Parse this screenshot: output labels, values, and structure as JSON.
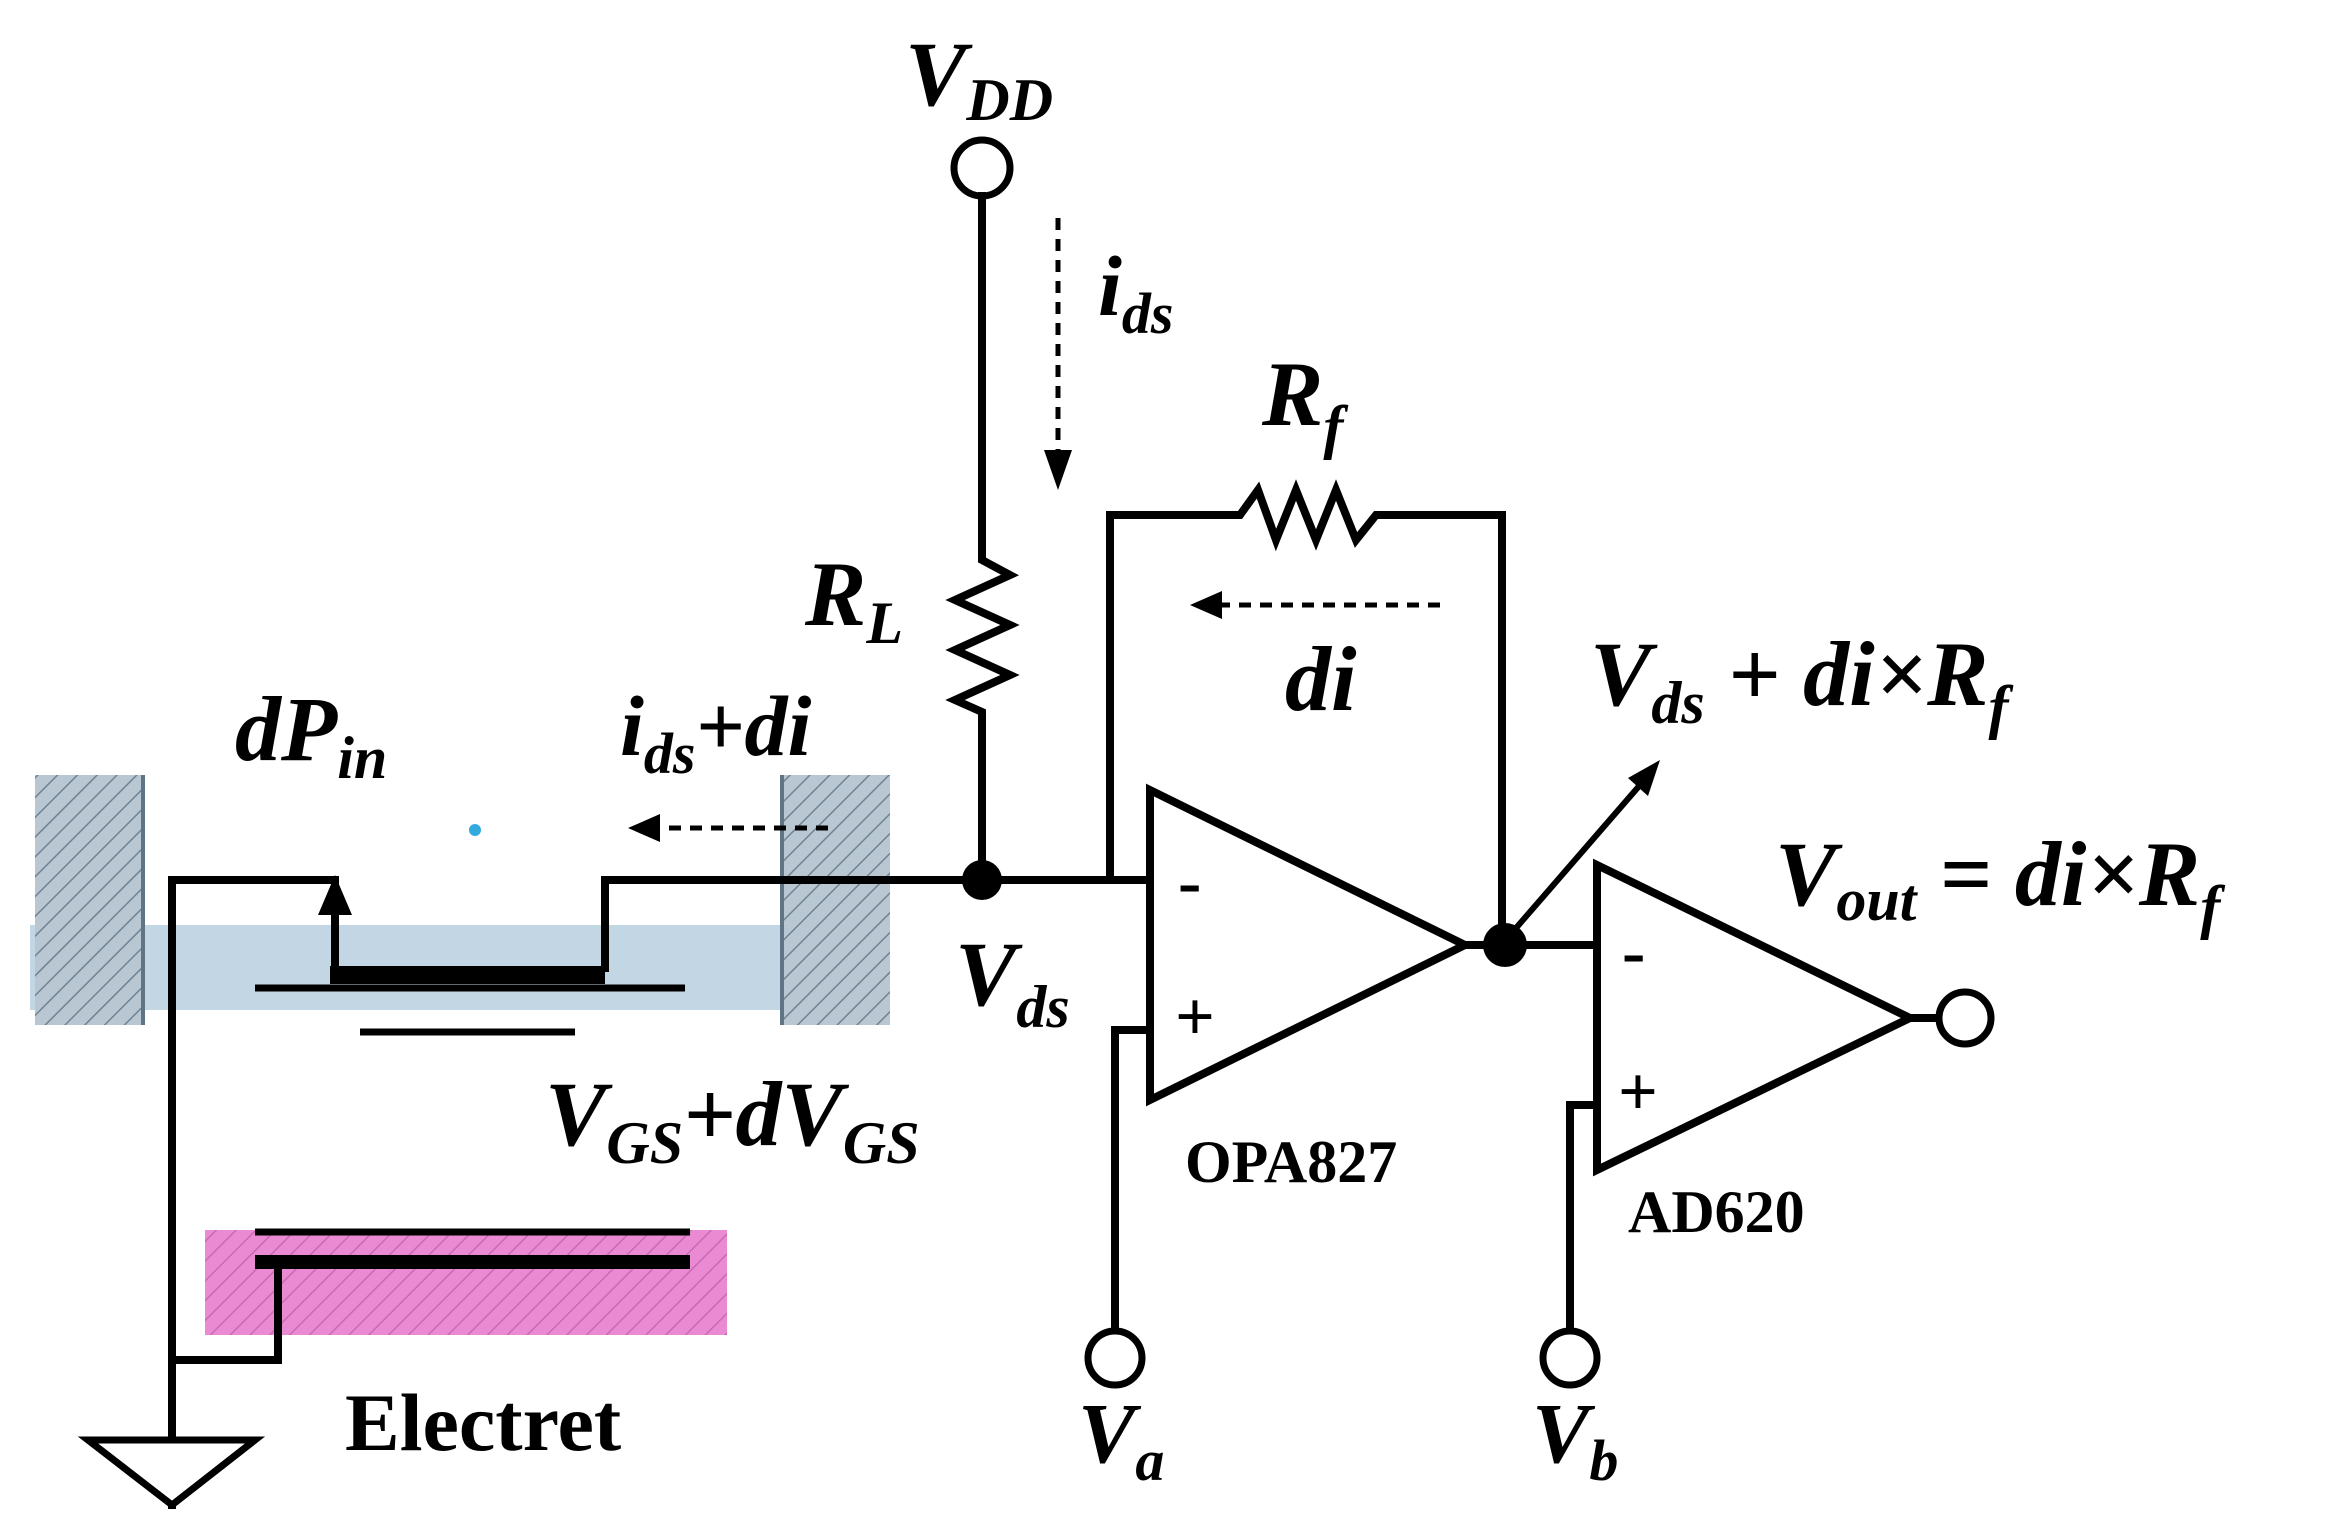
{
  "labels": {
    "vdd": {
      "main": "V",
      "sub": "DD"
    },
    "ids": {
      "main": "i",
      "sub": "ds"
    },
    "rf": {
      "main": "R",
      "sub": "f"
    },
    "rl": {
      "main": "R",
      "sub": "L"
    },
    "di": "di",
    "vds_out": {
      "main": "V",
      "sub": "ds",
      "rest": " + di×R",
      "sub2": "f"
    },
    "dpin": {
      "main": "dP",
      "sub": "in"
    },
    "ids_di": {
      "main": "i",
      "sub": "ds",
      "rest": "+di"
    },
    "vds_node": {
      "main": "V",
      "sub": "ds"
    },
    "vout": {
      "main": "V",
      "sub": "out",
      "rest": " = di×R",
      "sub2": "f"
    },
    "vgs": {
      "main": "V",
      "sub": "GS",
      "rest": "+dV",
      "sub2": "GS"
    },
    "opa": "OPA827",
    "ad": "AD620",
    "va": {
      "main": "V",
      "sub": "a"
    },
    "vb": {
      "main": "V",
      "sub": "b"
    },
    "electret": "Electret",
    "minus1": "-",
    "plus1": "+",
    "minus2": "-",
    "plus2": "+"
  },
  "colors": {
    "channel": "#c3d6e4",
    "electret": "#e98ad2",
    "hatch_fill": "#b9c7d3",
    "dot": "#33aadd"
  }
}
